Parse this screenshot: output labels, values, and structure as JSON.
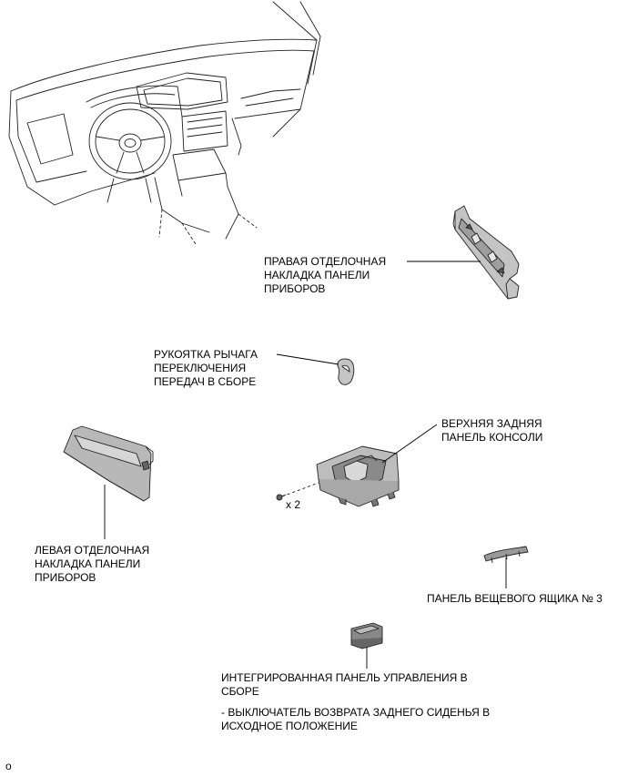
{
  "labels": {
    "right_trim": [
      "ПРАВАЯ ОТДЕЛОЧНАЯ",
      "НАКЛАДКА ПАНЕЛИ",
      "ПРИБОРОВ"
    ],
    "shift_knob": [
      "РУКОЯТКА РЫЧАГА",
      "ПЕРЕКЛЮЧЕНИЯ",
      "ПЕРЕДАЧ В СБОРЕ"
    ],
    "upper_rear_console": [
      "ВЕРХНЯЯ ЗАДНЯЯ",
      "ПАНЕЛЬ КОНСОЛИ"
    ],
    "left_trim": [
      "ЛЕВАЯ ОТДЕЛОЧНАЯ",
      "НАКЛАДКА ПАНЕЛИ",
      "ПРИБОРОВ"
    ],
    "box_panel": "ПАНЕЛЬ ВЕЩЕВОГО ЯЩИКА № 3",
    "integrated_panel": [
      "ИНТЕГРИРОВАННАЯ ПАНЕЛЬ УПРАВЛЕНИЯ В",
      "СБОРЕ"
    ],
    "seat_switch": [
      "- ВЫКЛЮЧАТЕЛЬ ВОЗВРАТА ЗАДНЕГО СИДЕНЬЯ В",
      "ИСХОДНОЕ ПОЛОЖЕНИЕ"
    ],
    "screw_qty": "x 2",
    "corner_mark": "o"
  }
}
